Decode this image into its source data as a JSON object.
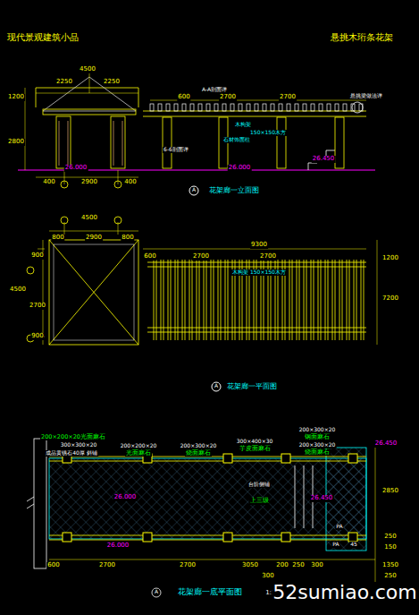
{
  "diagram": {
    "title": "现代景观建筑小品",
    "labels": [
      "悬挑木珩条花架",
      "4500",
      "2250",
      "2250",
      "1200",
      "2800",
      "600",
      "2700",
      "2700",
      "A-A剖面详",
      "悬挑梁做法详",
      "木构架",
      "150×150木方",
      "石材饰面柱",
      "6-6剖面详",
      "26.000",
      "26.000",
      "26.450",
      "400",
      "2900",
      "400",
      "花架廊一立面图",
      "4500",
      "800",
      "2900",
      "800",
      "600",
      "2700",
      "2700",
      "9300",
      "木构架 150×150木方",
      "4500",
      "900",
      "2700",
      "900",
      "7200",
      "1200",
      "花架廊一平面图",
      "200×200×20光面麻石",
      "300×300×20",
      "成品黄锈石40厚 斜铺",
      "200×200×20",
      "光面麻石",
      "200×300×20",
      "烧面麻石",
      "300×400×30",
      "芋皮面麻石",
      "200×300×20",
      "钢面麻石",
      "200×300×20",
      "烧面麻石",
      "26.450",
      "台阶侧铺",
      "上三级",
      "26.000",
      "26.000",
      "26.450",
      "PA",
      "PA",
      "45",
      "600",
      "2700",
      "2700",
      "3050",
      "300",
      "200",
      "250",
      "300",
      "2850",
      "250",
      "150",
      "1350",
      "250",
      "150",
      "花架廊一底平面图",
      "1:50",
      "52sumiao.com",
      "A",
      "A",
      "A"
    ]
  }
}
